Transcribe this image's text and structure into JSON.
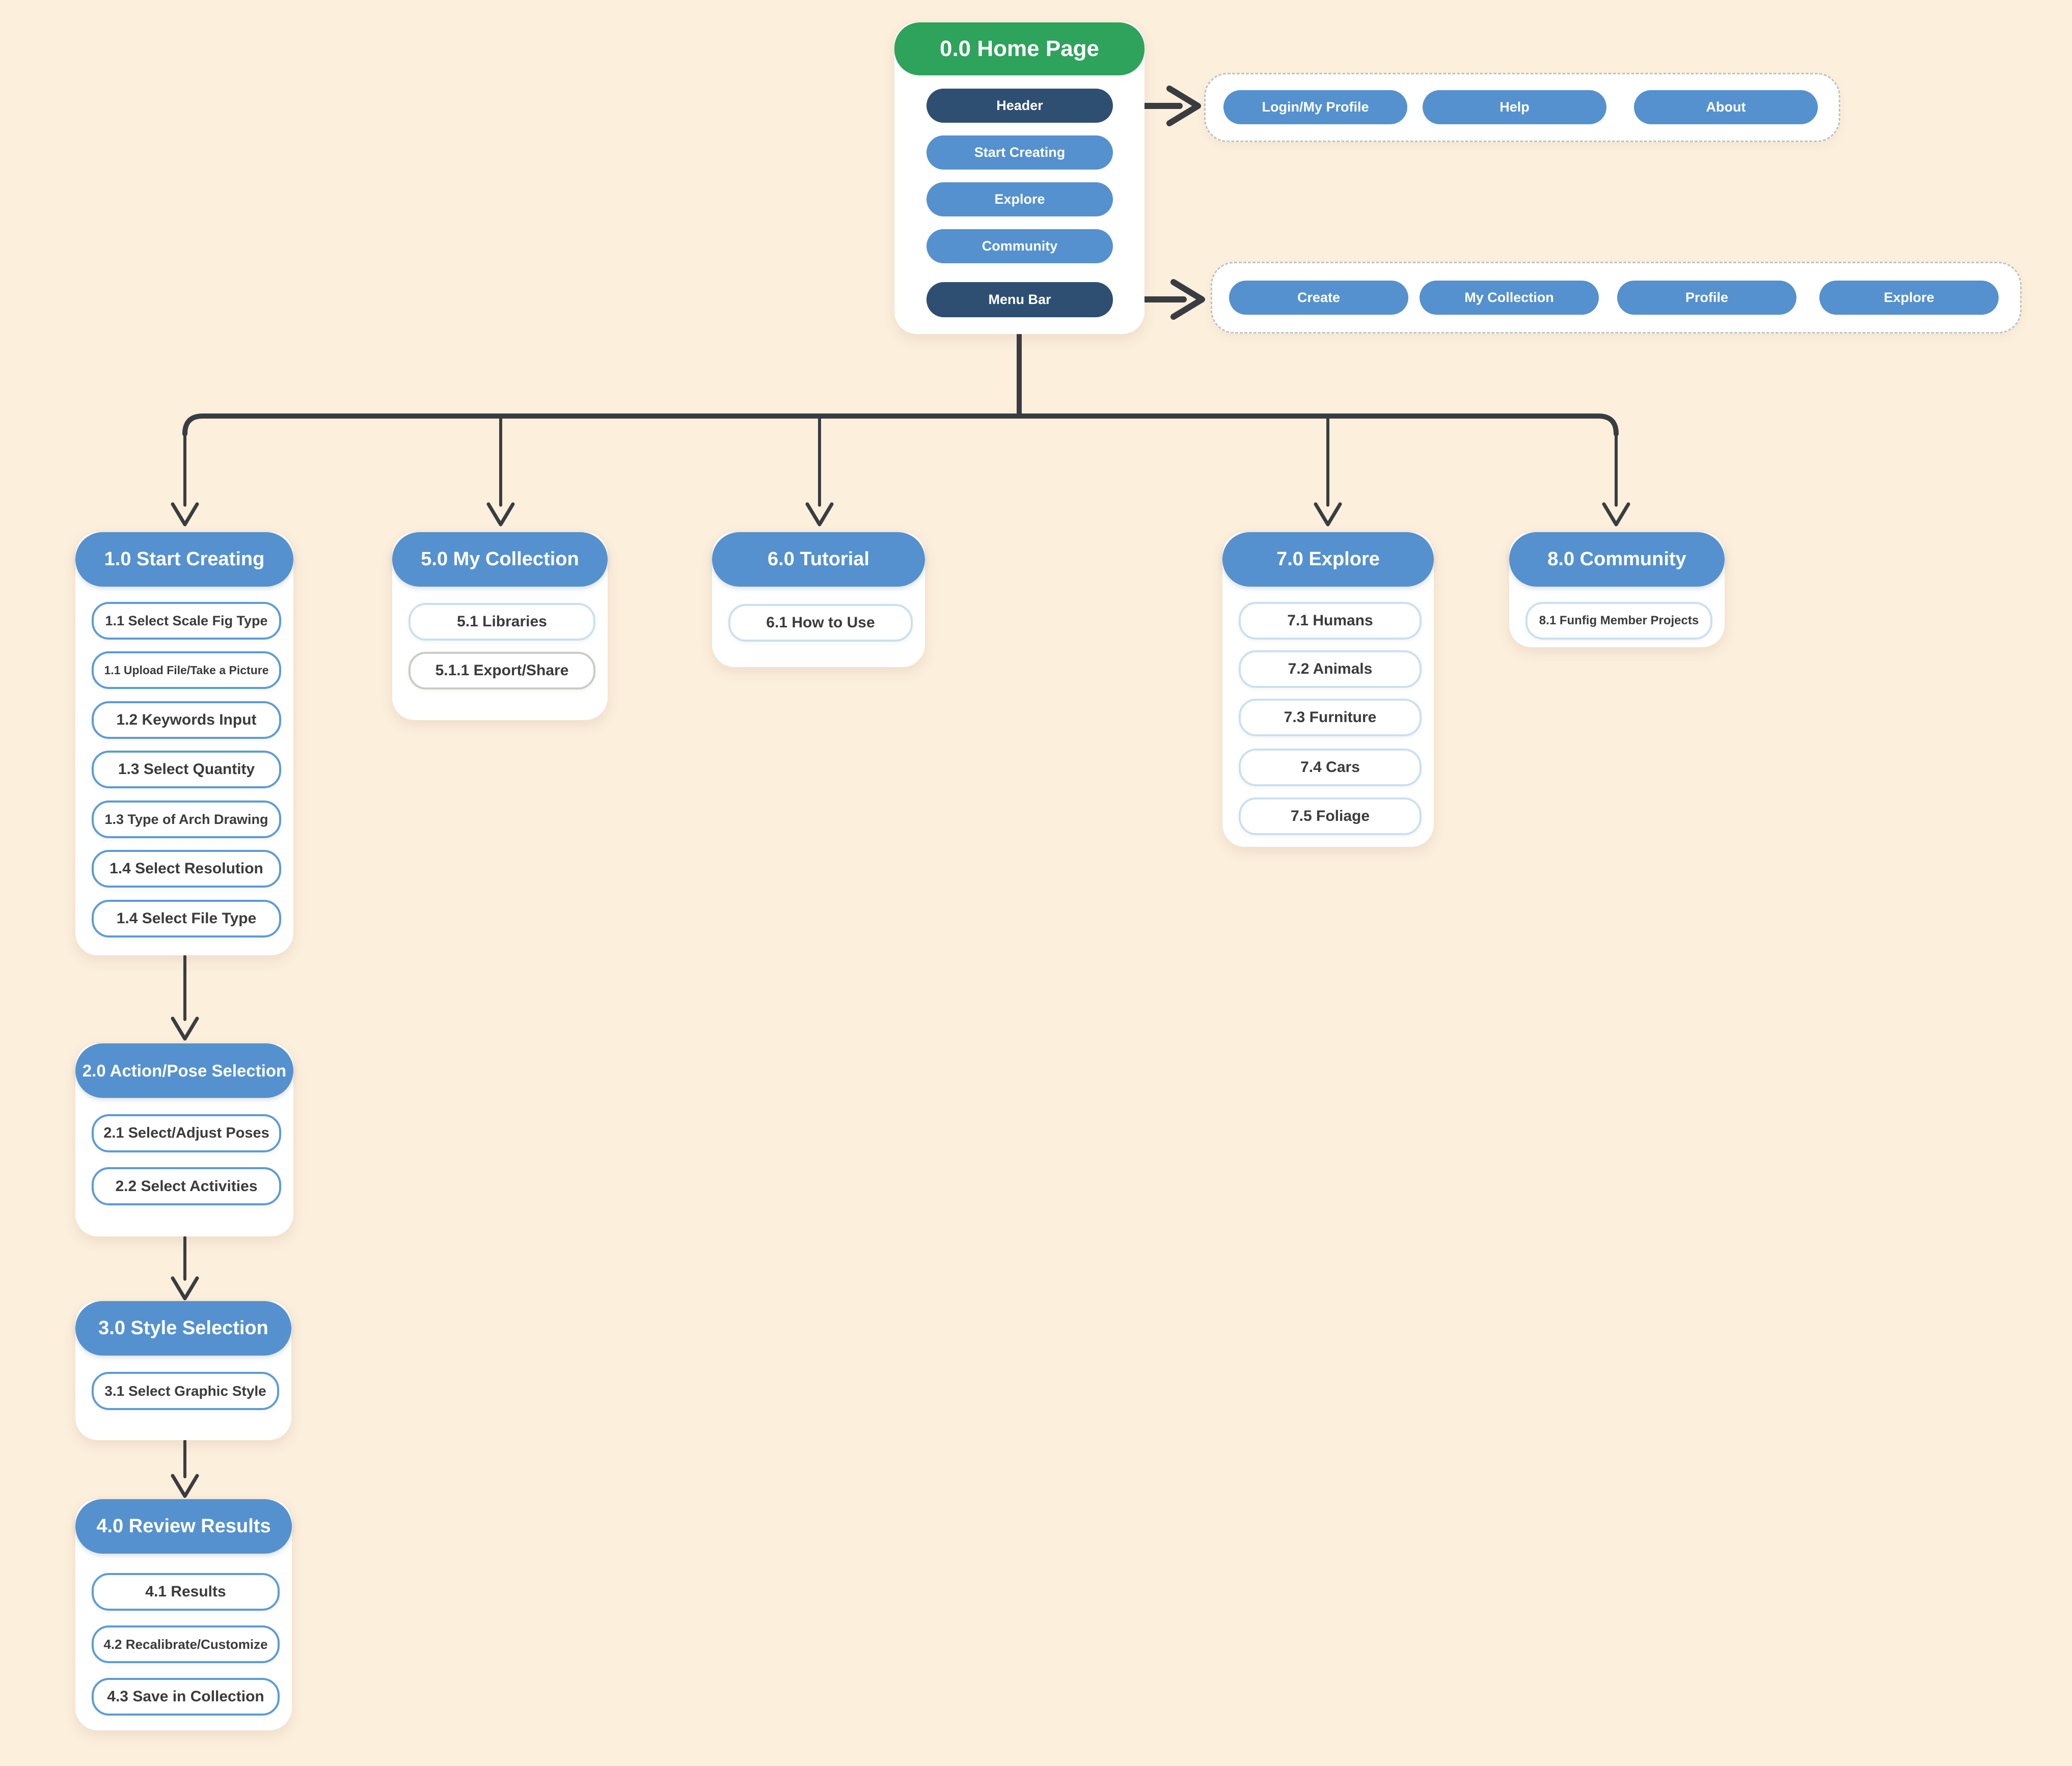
{
  "home": {
    "title": "0.0 Home Page",
    "buttons": [
      "Header",
      "Start Creating",
      "Explore",
      "Community",
      "Menu Bar"
    ]
  },
  "header_menu": {
    "items": [
      "Login/My Profile",
      "Help",
      "About"
    ]
  },
  "menu_bar": {
    "items": [
      "Create",
      "My Collection",
      "Profile",
      "Explore"
    ]
  },
  "sections": [
    {
      "title": "1.0 Start Creating",
      "children": [
        "1.1 Select Scale Fig Type",
        "1.1 Upload File/Take a Picture",
        "1.2 Keywords Input",
        "1.3 Select Quantity",
        "1.3 Type of Arch Drawing",
        "1.4 Select Resolution",
        "1.4 Select File Type"
      ]
    },
    {
      "title": "2.0 Action/Pose Selection",
      "children": [
        "2.1 Select/Adjust Poses",
        "2.2 Select Activities"
      ]
    },
    {
      "title": "3.0 Style Selection",
      "children": [
        "3.1 Select Graphic Style"
      ]
    },
    {
      "title": "4.0 Review Results",
      "children": [
        "4.1 Results",
        "4.2 Recalibrate/Customize",
        "4.3 Save in Collection"
      ]
    },
    {
      "title": "5.0 My Collection",
      "children": [
        "5.1 Libraries",
        "5.1.1 Export/Share"
      ]
    },
    {
      "title": "6.0 Tutorial",
      "children": [
        "6.1 How to Use"
      ]
    },
    {
      "title": "7.0 Explore",
      "children": [
        "7.1 Humans",
        "7.2 Animals",
        "7.3 Furniture",
        "7.4 Cars",
        "7.5 Foliage"
      ]
    },
    {
      "title": "8.0 Community",
      "children": [
        "8.1 Funfig Member Projects"
      ]
    }
  ],
  "colors": {
    "background": "#FCEFDC",
    "accent_green": "#2DA35B",
    "accent_blue": "#5591CE",
    "accent_dark_blue": "#2E4F72",
    "connector": "#393D42"
  }
}
